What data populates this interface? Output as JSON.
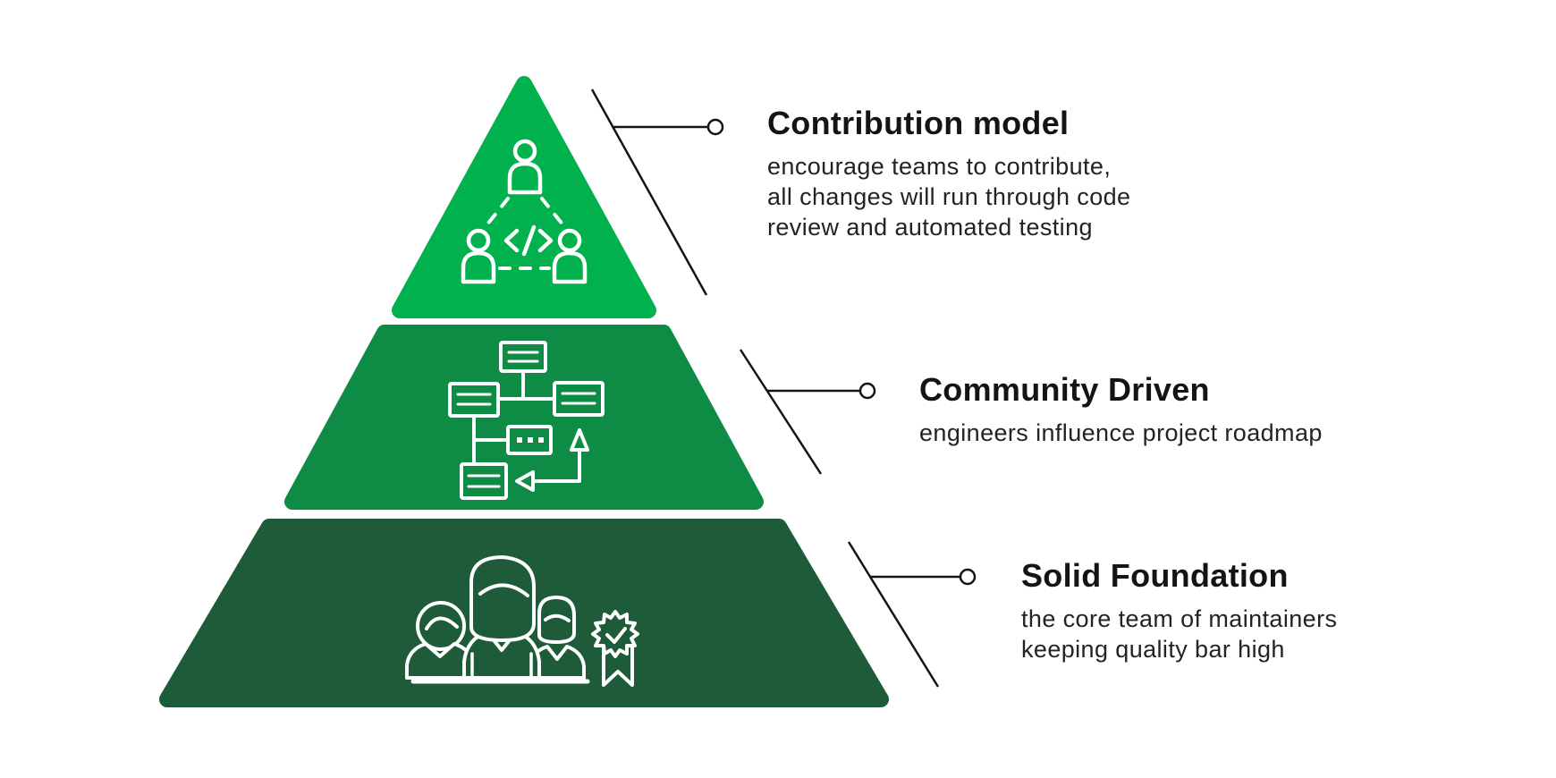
{
  "diagram": {
    "type": "pyramid",
    "background": "#FFFFFF",
    "connector_color": "#141414",
    "icon_stroke": "#FFFFFF",
    "heading_color": "#141414",
    "body_text_color": "#232323",
    "tiers": [
      {
        "name": "contribution-model",
        "level": "top",
        "heading": "Contribution model",
        "description_lines": [
          "encourage teams to contribute,",
          "all changes will run through code",
          "review and automated testing"
        ],
        "fill": "#00B14D",
        "icon": "people-code-collaboration-icon"
      },
      {
        "name": "community-driven",
        "level": "middle",
        "heading": "Community Driven",
        "description_lines": [
          "engineers influence project roadmap"
        ],
        "fill": "#0E8C45",
        "icon": "flowchart-roadmap-icon"
      },
      {
        "name": "solid-foundation",
        "level": "bottom",
        "heading": "Solid Foundation",
        "description_lines": [
          "the core team of maintainers",
          "keeping quality bar high"
        ],
        "fill": "#1E5B38",
        "icon": "core-team-award-badge-icon"
      }
    ]
  }
}
